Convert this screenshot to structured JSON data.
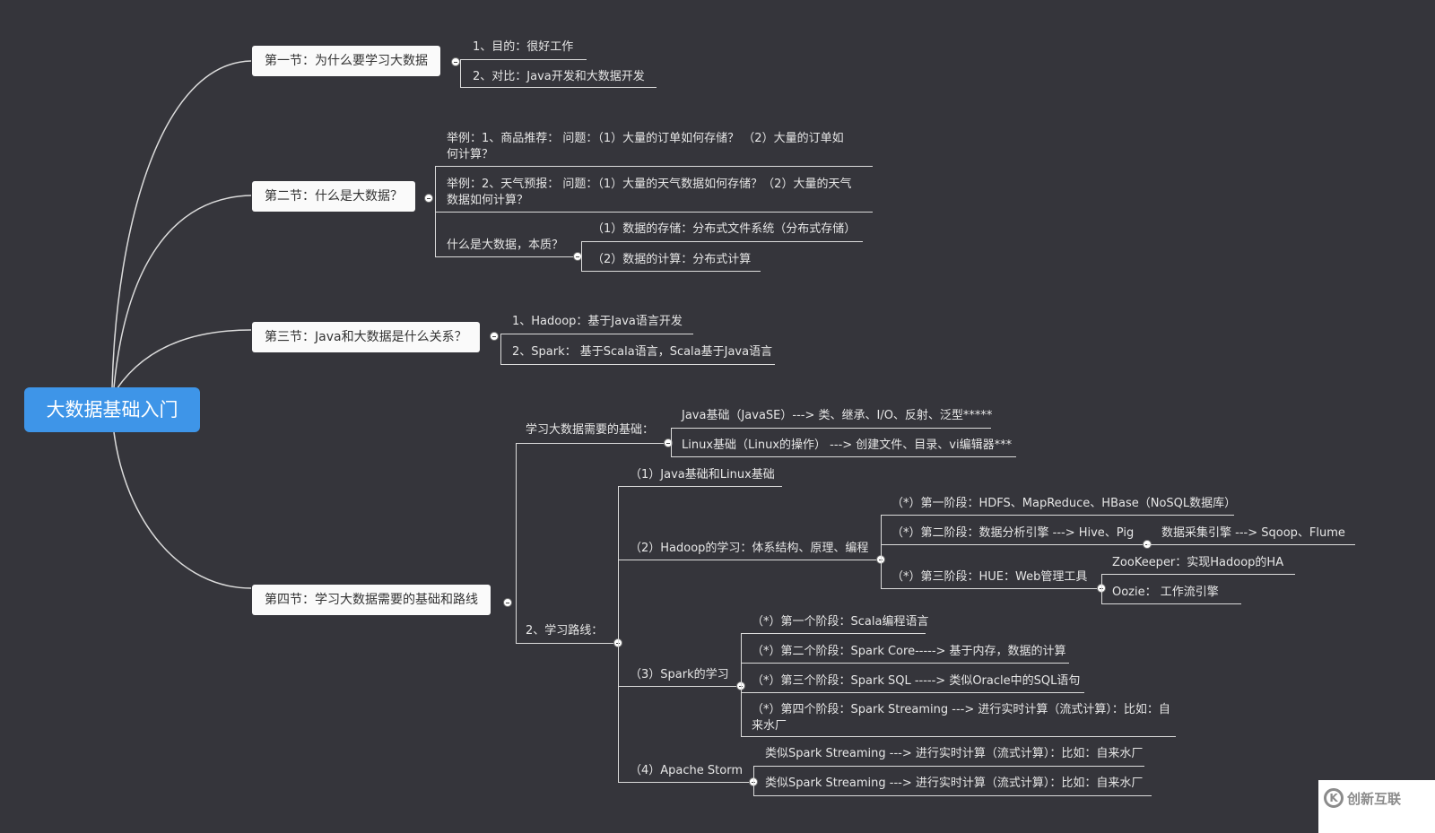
{
  "root": {
    "title": "大数据基础入门"
  },
  "s1": {
    "title": "第一节：为什么要学习大数据",
    "items": [
      "1、目的：很好工作",
      "2、对比：Java开发和大数据开发"
    ]
  },
  "s2": {
    "title": "第二节：什么是大数据？",
    "example1": "举例：1、商品推荐： 问题：（1）大量的订单如何存储？ （2）大量的订单如何计算？",
    "example2": "举例：2、天气预报： 问题：（1）大量的天气数据如何存储？（2）大量的天气数据如何计算？",
    "essence": "什么是大数据，本质？",
    "essence_items": [
      "（1）数据的存储：分布式文件系统（分布式存储）",
      "（2）数据的计算：分布式计算"
    ]
  },
  "s3": {
    "title": "第三节：Java和大数据是什么关系？",
    "items": [
      "1、Hadoop：基于Java语言开发",
      "2、Spark： 基于Scala语言，Scala基于Java语言"
    ]
  },
  "s4": {
    "title": "第四节：学习大数据需要的基础和路线",
    "basics": "学习大数据需要的基础：",
    "basics_items": [
      "Java基础（JavaSE）---> 类、继承、I/O、反射、泛型*****",
      "Linux基础（Linux的操作） ---> 创建文件、目录、vi编辑器***"
    ],
    "route": "2、学习路线：",
    "r1": "（1）Java基础和Linux基础",
    "r2": "（2）Hadoop的学习：体系结构、原理、编程",
    "r2_items": [
      "（*）第一阶段：HDFS、MapReduce、HBase（NoSQL数据库）",
      "（*）第二阶段：数据分析引擎 ---> Hive、Pig",
      "（*）第三阶段：HUE：Web管理工具"
    ],
    "r2_stage2_extra": "数据采集引擎 ---> Sqoop、Flume",
    "r2_stage3_items": [
      "ZooKeeper：实现Hadoop的HA",
      "Oozie： 工作流引擎"
    ],
    "r3": "（3）Spark的学习",
    "r3_items": [
      "（*）第一个阶段：Scala编程语言",
      "（*）第二个阶段：Spark Core-----> 基于内存，数据的计算",
      "（*）第三个阶段：Spark SQL -----> 类似Oracle中的SQL语句",
      "（*）第四个阶段：Spark Streaming ---> 进行实时计算（流式计算）：比如：自来水厂"
    ],
    "r4": "（4）Apache Storm",
    "r4_items": [
      "类似Spark Streaming ---> 进行实时计算（流式计算）：比如：自来水厂",
      "类似Spark Streaming ---> 进行实时计算（流式计算）：比如：自来水厂"
    ]
  },
  "watermark": {
    "text": "创新互联"
  }
}
